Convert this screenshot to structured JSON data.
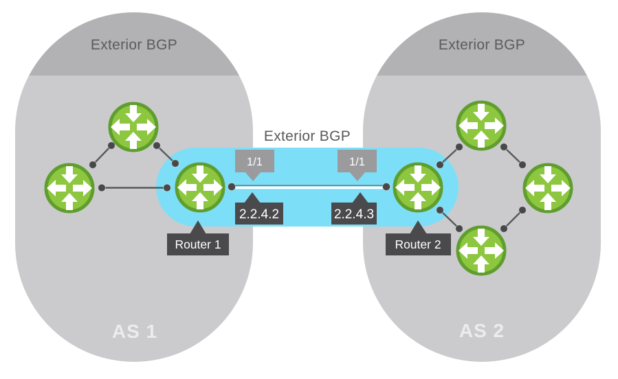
{
  "autonomous_systems": [
    {
      "name": "AS 1",
      "cap_label": "Exterior BGP",
      "router_count": 3
    },
    {
      "name": "AS 2",
      "cap_label": "Exterior BGP",
      "router_count": 4
    }
  ],
  "ebgp_session": {
    "label": "Exterior BGP",
    "endpoints": [
      {
        "router": "Router 1",
        "interface": "1/1",
        "ip": "2.2.4.2"
      },
      {
        "router": "Router 2",
        "interface": "1/1",
        "ip": "2.2.4.3"
      }
    ]
  },
  "colors": {
    "as_body": "#cbcbcd",
    "as_cap": "#b2b2b4",
    "ebgp_pill": "#7cdff7",
    "router_fill": "#8dc63f",
    "router_ring": "#5f9e2e",
    "link": "#58595b",
    "dark_tag": "#4a4a4c",
    "gray_tag": "#9b9b9d",
    "label_text": "#58595b",
    "as_name_text": "#ececec"
  }
}
